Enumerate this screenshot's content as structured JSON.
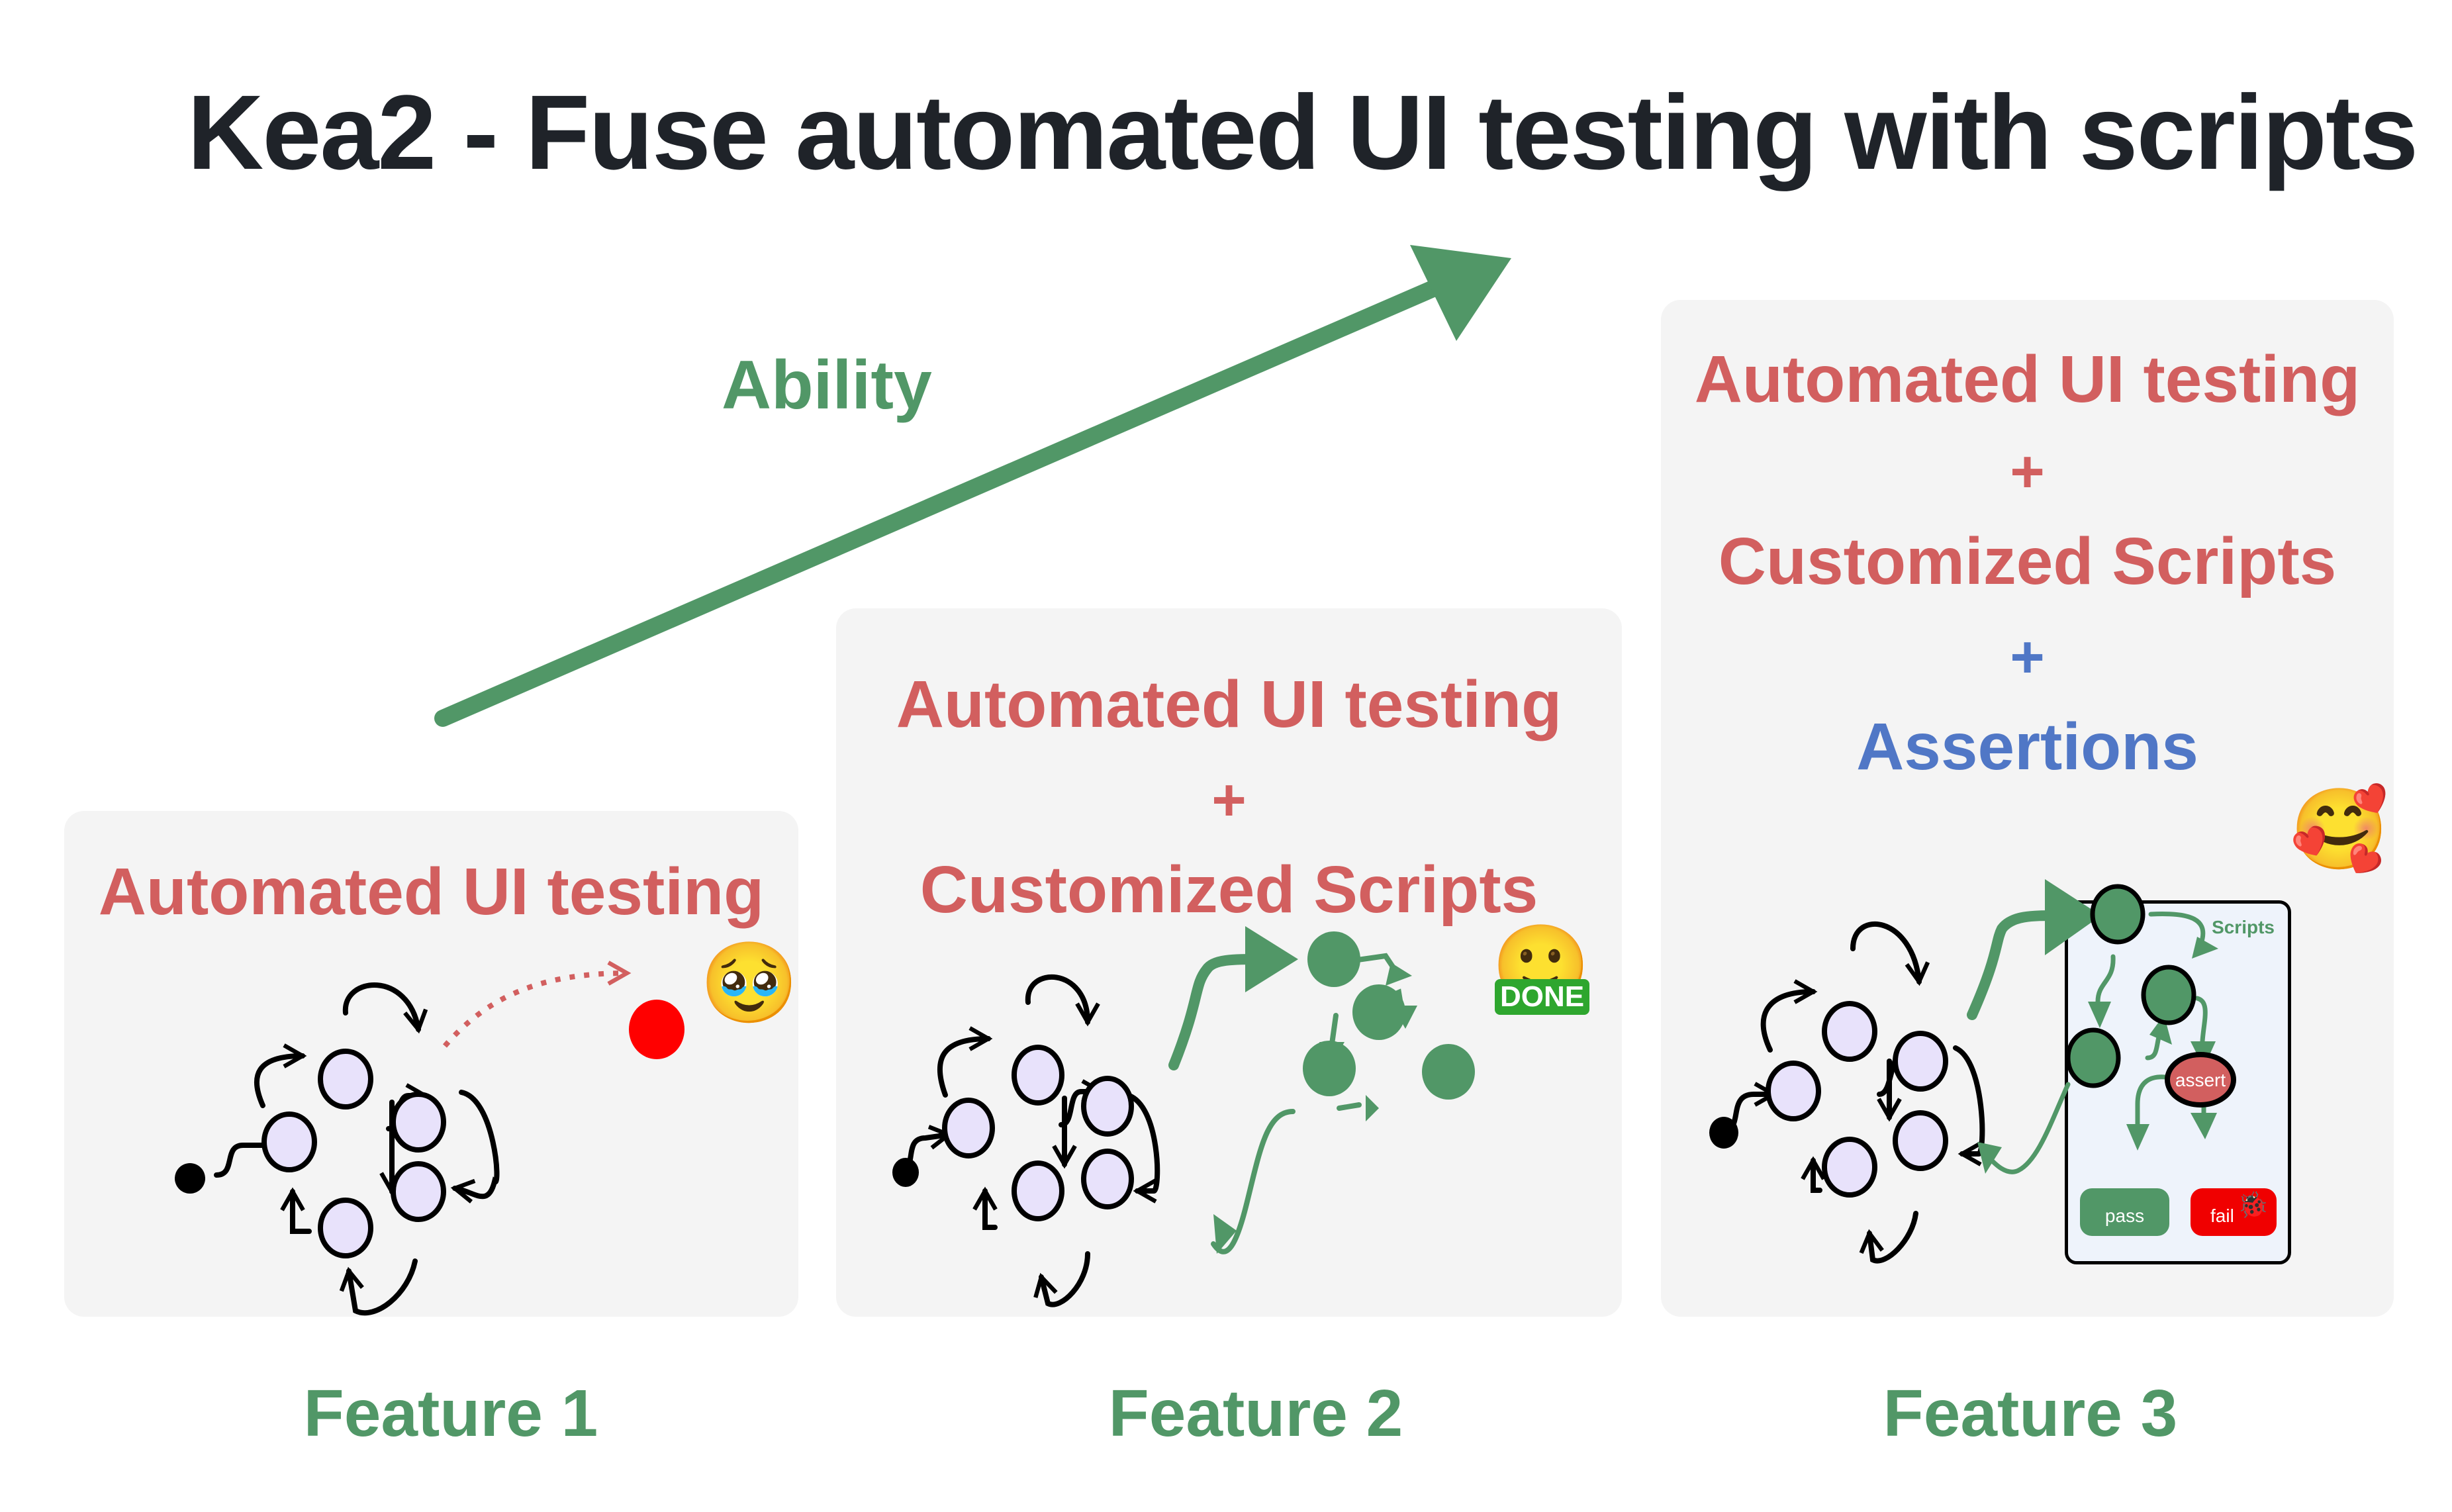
{
  "title": "Kea2 - Fuse automated UI testing with scripts",
  "ability_label": "Ability",
  "colors": {
    "title": "#1f2329",
    "green": "#519767",
    "red_text": "#d25f5f",
    "blue_text": "#5077c6",
    "panel_bg": "#f4f4f4",
    "state_fill": "#e8e2fb",
    "bug_red": "#f00000"
  },
  "panels": [
    {
      "lines": [
        {
          "text": "Automated UI testing",
          "color": "red"
        }
      ],
      "emoji": "🥹",
      "emoji_name": "pleading-face-hands-over-mouth-icon",
      "feature_label": "Feature 1",
      "bug_state_label": ""
    },
    {
      "lines": [
        {
          "text": "Automated UI testing",
          "color": "red"
        },
        {
          "text": "+",
          "color": "red"
        },
        {
          "text": "Customized Scripts",
          "color": "red"
        }
      ],
      "emoji": "🙂",
      "emoji_badge": "DONE",
      "emoji_name": "smiling-face-done-icon",
      "feature_label": "Feature 2"
    },
    {
      "lines": [
        {
          "text": "Automated UI testing",
          "color": "red"
        },
        {
          "text": "+",
          "color": "red"
        },
        {
          "text": "Customized Scripts",
          "color": "red"
        },
        {
          "text": "+",
          "color": "blue"
        },
        {
          "text": "Assertions",
          "color": "blue"
        }
      ],
      "emoji": "🥰",
      "emoji_name": "face-holding-heart-icon",
      "feature_label": "Feature 3",
      "scripts_box": {
        "title": "Scripts",
        "assert_label": "assert",
        "pass_label": "pass",
        "fail_label": "fail"
      }
    }
  ]
}
